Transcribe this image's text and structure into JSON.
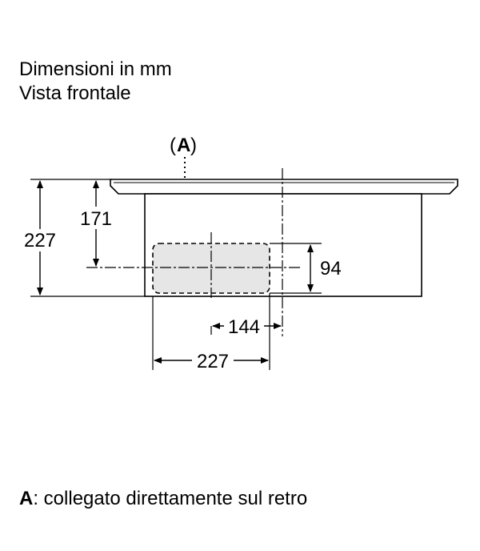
{
  "header": {
    "line1": "Dimensioni in mm",
    "line2": "Vista frontale"
  },
  "callout": {
    "open": "(",
    "letter": "A",
    "close": ")"
  },
  "dimensions": {
    "total_height": "227",
    "height_to_axis": "171",
    "box_height": "94",
    "offset_144": "144",
    "width_227": "227"
  },
  "legend": {
    "key": "A",
    "text": ": collegato direttamente sul retro"
  },
  "colors": {
    "line": "#000000",
    "connector_fill": "#e6e6e6"
  }
}
